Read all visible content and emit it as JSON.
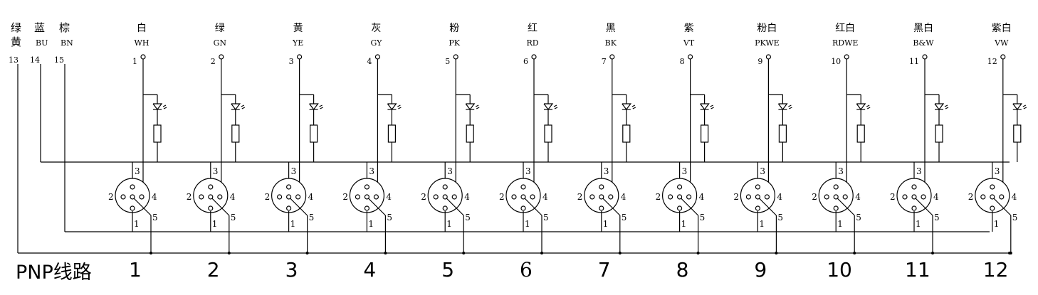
{
  "common_wires": [
    {
      "color_cn": "绿",
      "color_cn_2": "黄",
      "number": "13"
    },
    {
      "color_cn": "蓝",
      "code": "BU",
      "number": "14"
    },
    {
      "color_cn": "棕",
      "code": "BN",
      "number": "15"
    }
  ],
  "channels": [
    {
      "color_cn": "白",
      "code": "WH",
      "number": "1",
      "label": "1"
    },
    {
      "color_cn": "绿",
      "code": "GN",
      "number": "2",
      "label": "2"
    },
    {
      "color_cn": "黄",
      "code": "YE",
      "number": "3",
      "label": "3"
    },
    {
      "color_cn": "灰",
      "code": "GY",
      "number": "4",
      "label": "4"
    },
    {
      "color_cn": "粉",
      "code": "PK",
      "number": "5",
      "label": "5"
    },
    {
      "color_cn": "红",
      "code": "RD",
      "number": "6",
      "label": "6"
    },
    {
      "color_cn": "黑",
      "code": "BK",
      "number": "7",
      "label": "7"
    },
    {
      "color_cn": "紫",
      "code": "VT",
      "number": "8",
      "label": "8"
    },
    {
      "color_cn": "粉白",
      "code": "PKWE",
      "number": "9",
      "label": "9"
    },
    {
      "color_cn": "红白",
      "code": "RDWE",
      "number": "10",
      "label": "10"
    },
    {
      "color_cn": "黑白",
      "code": "B&W",
      "number": "11",
      "label": "11"
    },
    {
      "color_cn": "紫白",
      "code": "VW",
      "number": "12",
      "label": "12"
    }
  ],
  "connector_pins": {
    "pin1": "1",
    "pin2": "2",
    "pin3": "3",
    "pin4": "4",
    "pin5": "5"
  },
  "circuit_title": "PNP线路"
}
